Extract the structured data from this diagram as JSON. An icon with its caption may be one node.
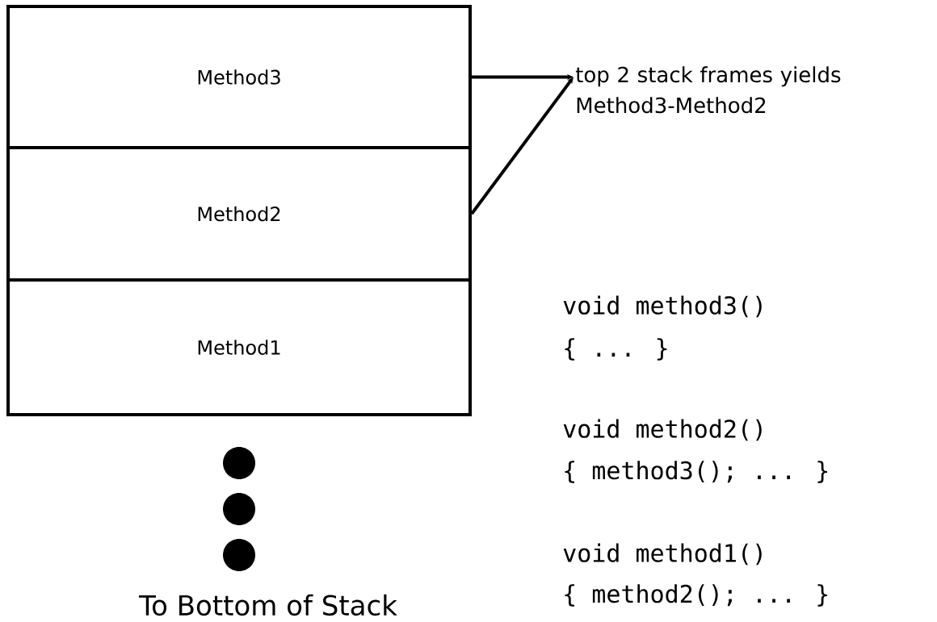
{
  "diagram": {
    "nodes": [
      {
        "text": [
          "Method3"
        ]
      },
      {
        "text": [
          "Method2"
        ]
      },
      {
        "text": [
          "Method1"
        ]
      },
      {
        "text": [
          "top 2 stack frames yields Method3-Method2"
        ]
      }
    ],
    "edges": [
      {
        "from": 0,
        "to": 3,
        "arrow": "to"
      },
      {
        "from": 1,
        "to": 3,
        "arrow": "to"
      }
    ],
    "labels": [
      "To Bottom of Stack",
      "void method3()",
      "{ ... }",
      "void method2()",
      "{ method3(); ... }",
      "void method1()",
      "{ method2(); ... }"
    ]
  }
}
